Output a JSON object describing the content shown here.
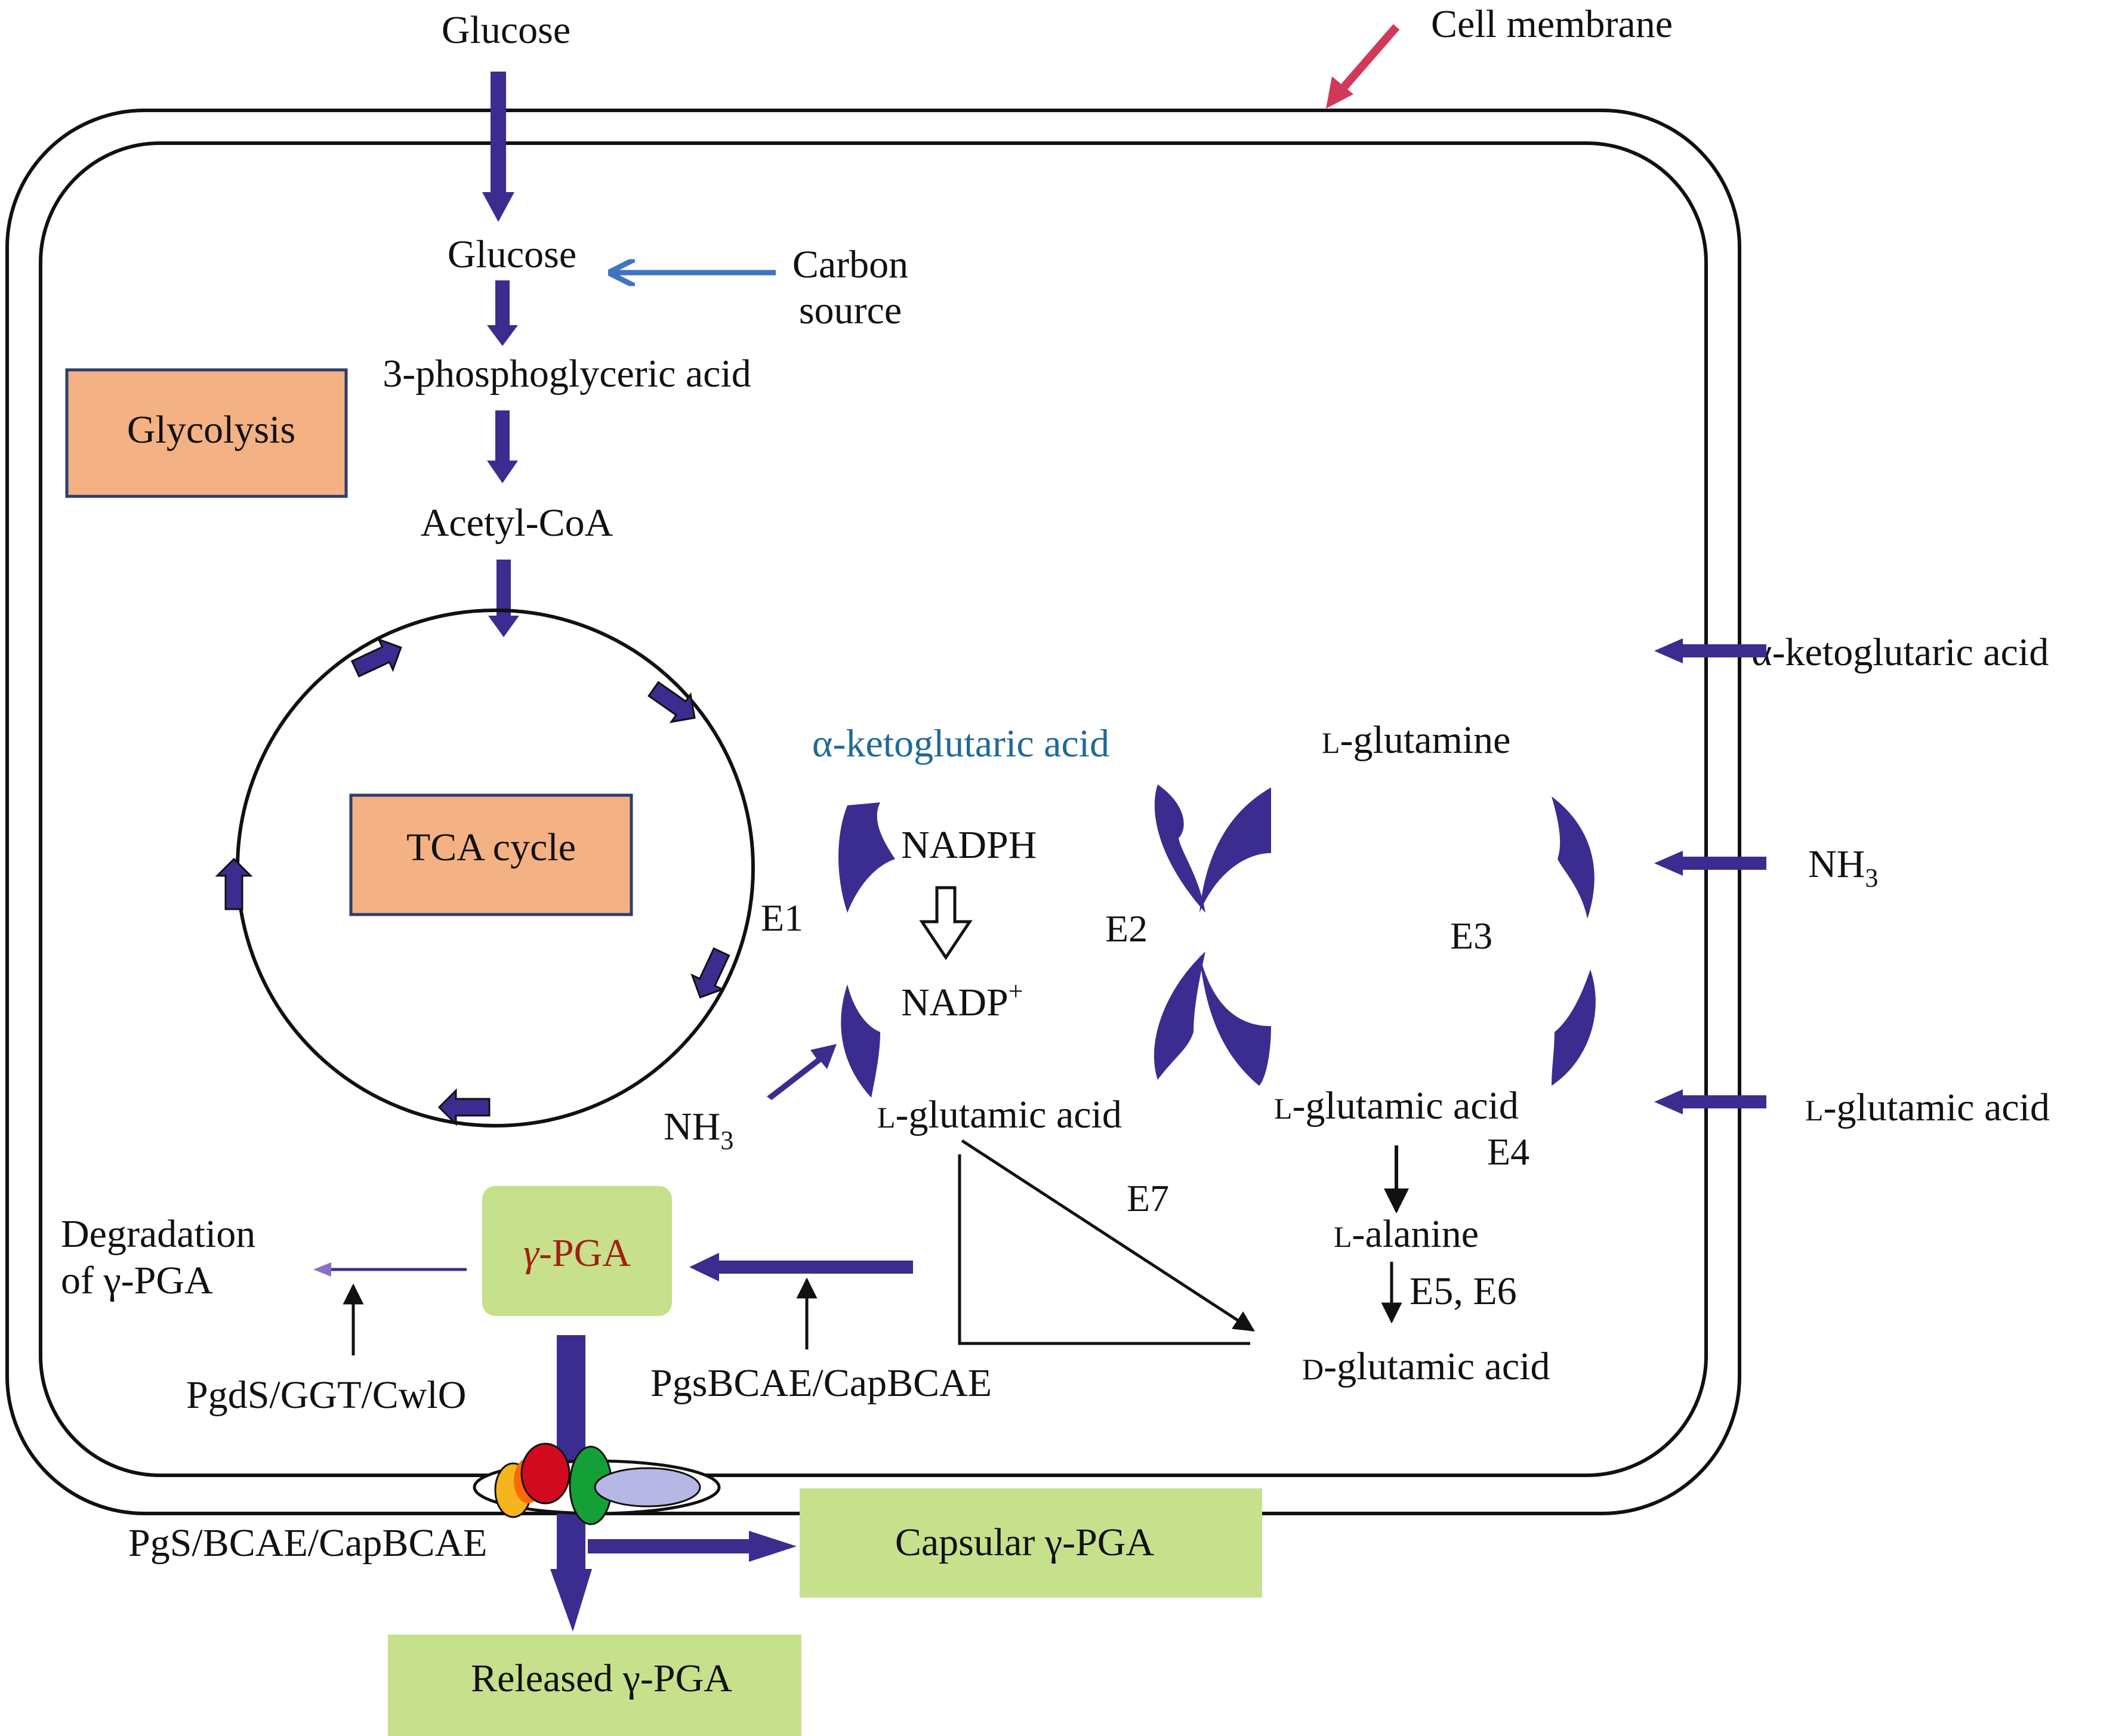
{
  "labels": {
    "glucose_outside": "Glucose",
    "cell_membrane": "Cell membrane",
    "glucose_inside": "Glucose",
    "carbon_source_line1": "Carbon",
    "carbon_source_line2": "source",
    "pga3": "3-phosphoglyceric acid",
    "glycolysis": "Glycolysis",
    "acetyl_coa": "Acetyl-CoA",
    "tca_cycle": "TCA cycle",
    "akg_inner": "α-ketoglutaric acid",
    "l_glutamine": "-glutamine",
    "akg_outer": "α-ketoglutaric acid",
    "nadph": "NADPH",
    "nadp": "NADP",
    "nadp_sup": "+",
    "e1": "E1",
    "e2": "E2",
    "e3": "E3",
    "nh3_outer": "NH",
    "nh3_outer_sub": "3",
    "nh3_inner": "NH",
    "nh3_inner_sub": "3",
    "l_glutamic_left": "-glutamic acid",
    "l_glutamic_right": "-glutamic acid",
    "l_glutamic_outer": "-glutamic acid",
    "e4": "E4",
    "e7": "E7",
    "l_alanine": "-alanine",
    "e5e6": "E5, E6",
    "d_glutamic": "-glutamic acid",
    "degradation_line1": "Degradation",
    "degradation_line2": "of γ-PGA",
    "gamma_pga_prefix": "γ",
    "gamma_pga_suffix": "-PGA",
    "pgds": "PgdS/GGT/CwlO",
    "pgs_bcae": "PgsBCAE/CapBCAE",
    "pgs_membrane": "PgS/BCAE/CapBCAE",
    "capsular": "Capsular γ-PGA",
    "released": "Released γ-PGA",
    "prefix_L": "L",
    "prefix_D": "D"
  },
  "colors": {
    "pathway_arrow": "#3a2d8f",
    "membrane_arrow": "#d03a58",
    "carbon_arrow": "#3f74c4",
    "akg_text": "#1f6a98",
    "gamma_text": "#a31f12",
    "orange_box": "#f4b183",
    "green_box": "#c6e08c",
    "degradation_arrow": "#8a6fc2"
  },
  "icons": {
    "membrane_transporter": "transporter-complex-icon"
  }
}
